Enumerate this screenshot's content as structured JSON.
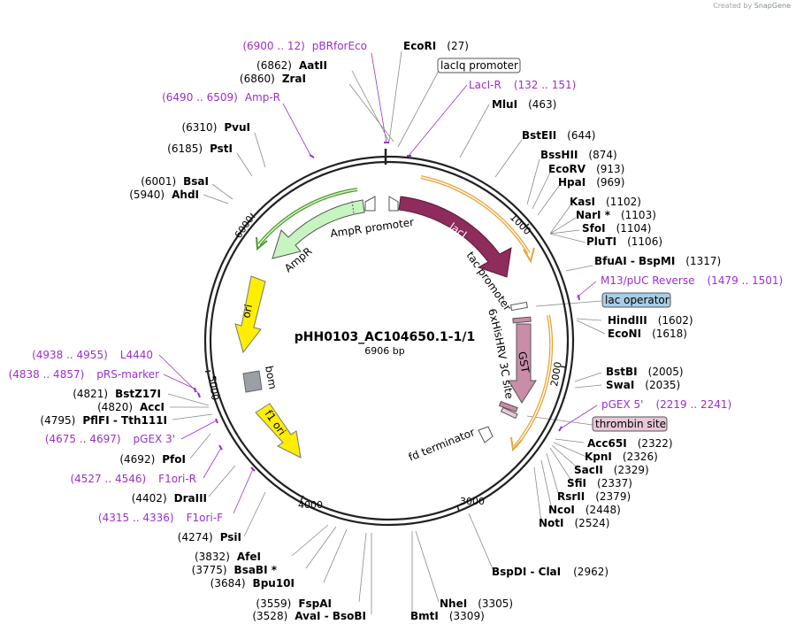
{
  "credit": {
    "prefix": "Created by",
    "brand": "SnapGene"
  },
  "plasmid": {
    "name": "pHH0103_AC104650.1-1/1",
    "size_label": "6906 bp",
    "length": 6906
  },
  "ruler_ticks": [
    "1000",
    "2000",
    "3000",
    "4000",
    "5000",
    "6000"
  ],
  "enzymes": [
    {
      "name": "EcoRI",
      "pos": "(27)"
    },
    {
      "name": "MluI",
      "pos": "(463)"
    },
    {
      "name": "BstEII",
      "pos": "(644)"
    },
    {
      "name": "BssHII",
      "pos": "(874)"
    },
    {
      "name": "EcoRV",
      "pos": "(913)"
    },
    {
      "name": "HpaI",
      "pos": "(969)"
    },
    {
      "name": "KasI",
      "pos": "(1102)"
    },
    {
      "name": "NarI *",
      "pos": "(1103)"
    },
    {
      "name": "SfoI",
      "pos": "(1104)"
    },
    {
      "name": "PluTI",
      "pos": "(1106)"
    },
    {
      "name": "BfuAI - BspMI",
      "pos": "(1317)"
    },
    {
      "name": "HindIII",
      "pos": "(1602)"
    },
    {
      "name": "EcoNI",
      "pos": "(1618)"
    },
    {
      "name": "BstBI",
      "pos": "(2005)"
    },
    {
      "name": "SwaI",
      "pos": "(2035)"
    },
    {
      "name": "Acc65I",
      "pos": "(2322)"
    },
    {
      "name": "KpnI",
      "pos": "(2326)"
    },
    {
      "name": "SacII",
      "pos": "(2329)"
    },
    {
      "name": "SfiI",
      "pos": "(2337)"
    },
    {
      "name": "RsrII",
      "pos": "(2379)"
    },
    {
      "name": "NcoI",
      "pos": "(2448)"
    },
    {
      "name": "NotI",
      "pos": "(2524)"
    },
    {
      "name": "BspDI - ClaI",
      "pos": "(2962)"
    },
    {
      "name": "NheI",
      "pos": "(3305)"
    },
    {
      "name": "BmtI",
      "pos": "(3309)"
    },
    {
      "name": "AvaI - BsoBI",
      "pos": "(3528)"
    },
    {
      "name": "FspAI",
      "pos": "(3559)"
    },
    {
      "name": "Bpu10I",
      "pos": "(3684)"
    },
    {
      "name": "BsaBI *",
      "pos": "(3775)"
    },
    {
      "name": "AfeI",
      "pos": "(3832)"
    },
    {
      "name": "PsiI",
      "pos": "(4274)"
    },
    {
      "name": "DraIII",
      "pos": "(4402)"
    },
    {
      "name": "PfoI",
      "pos": "(4692)"
    },
    {
      "name": "PflFI - Tth111I",
      "pos": "(4795)"
    },
    {
      "name": "AccI",
      "pos": "(4820)"
    },
    {
      "name": "BstZ17I",
      "pos": "(4821)"
    },
    {
      "name": "AhdI",
      "pos": "(5940)"
    },
    {
      "name": "BsaI",
      "pos": "(6001)"
    },
    {
      "name": "PstI",
      "pos": "(6185)"
    },
    {
      "name": "PvuI",
      "pos": "(6310)"
    },
    {
      "name": "ZraI",
      "pos": "(6860)"
    },
    {
      "name": "AatII",
      "pos": "(6862)"
    }
  ],
  "primers": [
    {
      "name": "pBRforEco",
      "range": "(6900 .. 12)"
    },
    {
      "name": "Amp-R",
      "range": "(6490 .. 6509)"
    },
    {
      "name": "LacI-R",
      "range": "(132 .. 151)"
    },
    {
      "name": "M13/pUC Reverse",
      "range": "(1479 .. 1501)"
    },
    {
      "name": "pGEX 5'",
      "range": "(2219 .. 2241)"
    },
    {
      "name": "L4440",
      "range": "(4938 .. 4955)"
    },
    {
      "name": "pRS-marker",
      "range": "(4838 .. 4857)"
    },
    {
      "name": "pGEX 3'",
      "range": "(4675 .. 4697)"
    },
    {
      "name": "F1ori-R",
      "range": "(4527 .. 4546)"
    },
    {
      "name": "F1ori-F",
      "range": "(4315 .. 4336)"
    }
  ],
  "boxed_labels": [
    {
      "name": "lacIq promoter"
    },
    {
      "name": "lac operator"
    },
    {
      "name": "thrombin site"
    }
  ],
  "features": [
    {
      "name": "lacI"
    },
    {
      "name": "tac promoter"
    },
    {
      "name": "6xHis"
    },
    {
      "name": "GST"
    },
    {
      "name": "HRV 3C site"
    },
    {
      "name": "fd terminator"
    },
    {
      "name": "f1 ori"
    },
    {
      "name": "bom"
    },
    {
      "name": "ori"
    },
    {
      "name": "AmpR"
    },
    {
      "name": "AmpR promoter"
    }
  ],
  "colors": {
    "backbone": "#222222",
    "primer": "#9b2fd0",
    "lacI": "#8e2c5c",
    "GST": "#c98da8",
    "orf_outline": "#e8a33c",
    "ampR": "#c6f5c0",
    "ampR_outline": "#4a9a2a",
    "ori": "#ffee00",
    "bom": "#9aa0a6",
    "lac_operator": "#a8cde6",
    "thrombin": "#e8c8d8"
  }
}
